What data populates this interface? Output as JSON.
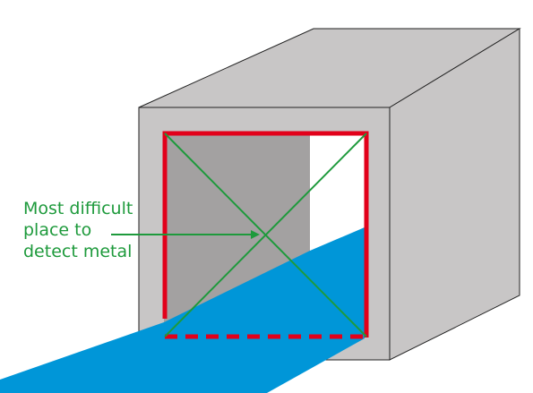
{
  "diagram": {
    "callout_lines": [
      "Most difficult",
      "place to",
      "detect metal"
    ]
  },
  "colors": {
    "housing_light": "#c8c6c6",
    "housing_dark": "#a3a1a1",
    "aperture_back": "#a3a1a1",
    "conveyor_belt": "#0096d8",
    "coil_outline": "#e2001a",
    "annotation": "#1e9a3c",
    "edge": "#222222"
  }
}
